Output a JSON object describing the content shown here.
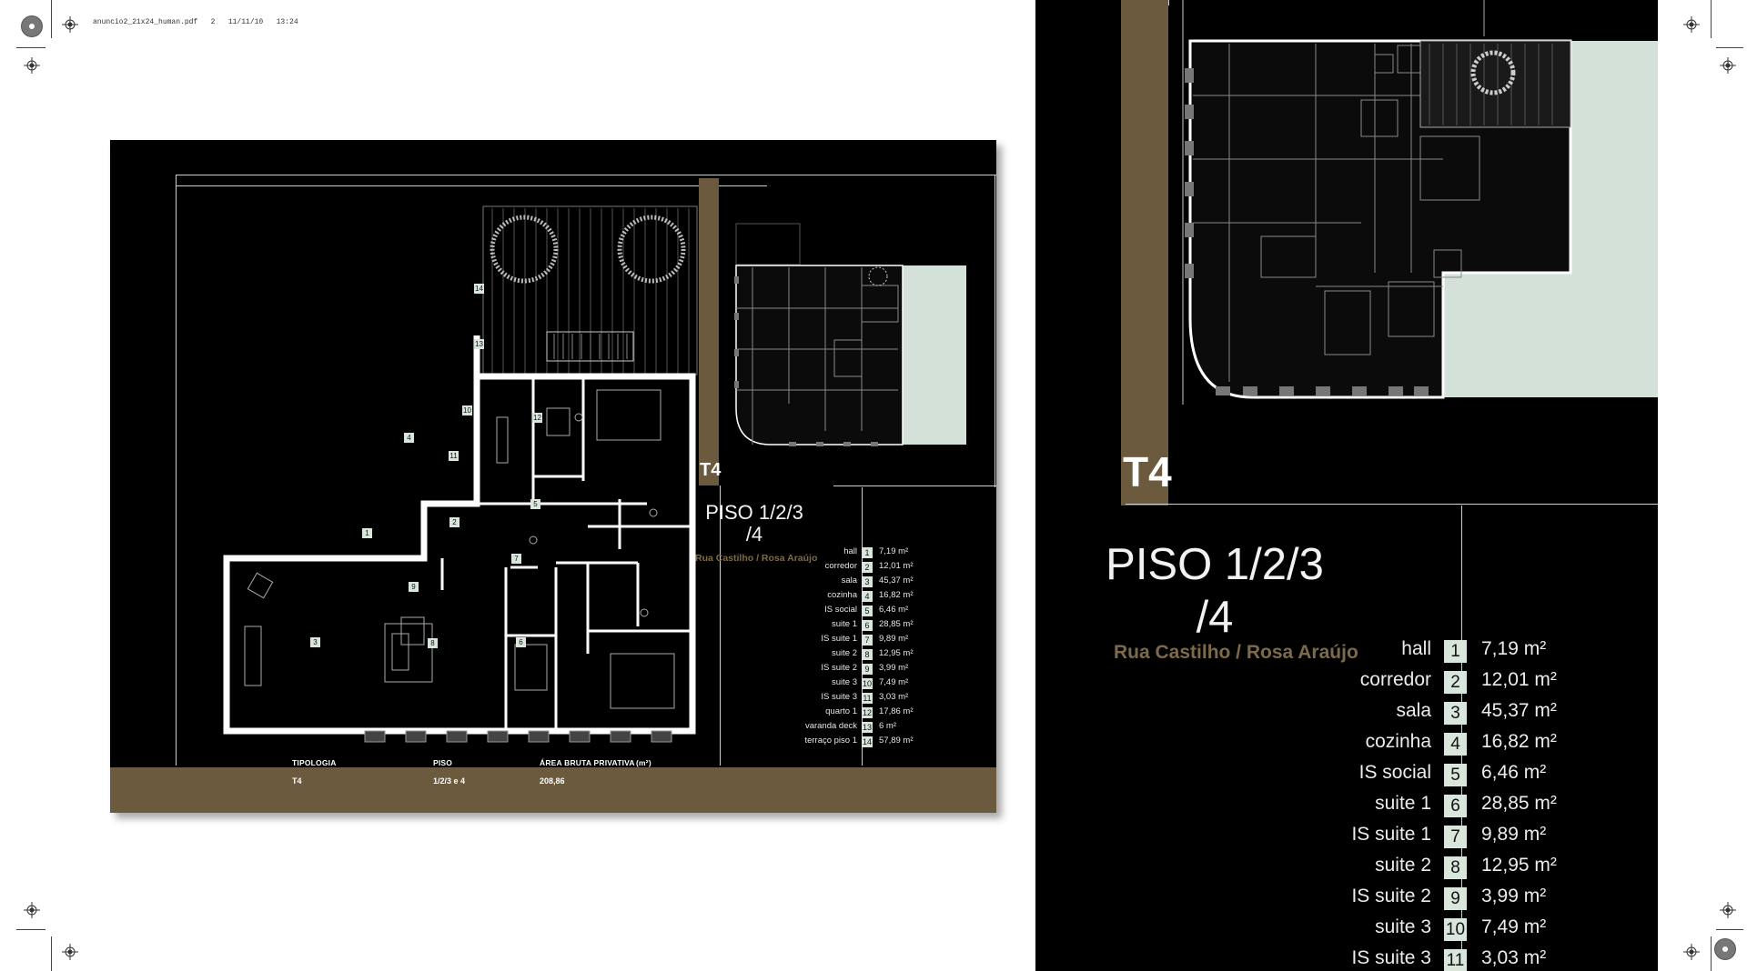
{
  "slug_line": "anuncio2_21x24_human.pdf   2   11/11/10   13:24",
  "colors": {
    "accent_brown": "#6b5a3e",
    "sheet_black": "#000000",
    "room_label_bg": "#d9e6dc",
    "terrace_green": "#d3e1d9"
  },
  "typology_tag": "T4",
  "floor_title_line1": "PISO 1/2/3",
  "floor_title_line2": "/4",
  "address": "Rua Castilho / Rosa Araújo",
  "rooms": [
    {
      "n": "1",
      "name": "hall",
      "area": "7,19 m²"
    },
    {
      "n": "2",
      "name": "corredor",
      "area": "12,01 m²"
    },
    {
      "n": "3",
      "name": "sala",
      "area": "45,37 m²"
    },
    {
      "n": "4",
      "name": "cozinha",
      "area": "16,82 m²"
    },
    {
      "n": "5",
      "name": "IS social",
      "area": "6,46 m²"
    },
    {
      "n": "6",
      "name": "suite 1",
      "area": "28,85 m²"
    },
    {
      "n": "7",
      "name": "IS suite 1",
      "area": "9,89 m²"
    },
    {
      "n": "8",
      "name": "suite 2",
      "area": "12,95 m²"
    },
    {
      "n": "9",
      "name": "IS suite 2",
      "area": "3,99 m²"
    },
    {
      "n": "10",
      "name": "suite 3",
      "area": "7,49 m²"
    },
    {
      "n": "11",
      "name": "IS suite 3",
      "area": "3,03 m²"
    },
    {
      "n": "12",
      "name": "quarto 1",
      "area": "17,86 m²"
    },
    {
      "n": "13",
      "name": "varanda deck",
      "area": "6 m²"
    },
    {
      "n": "14",
      "name": "terraço piso 1",
      "area": "57,89 m²"
    }
  ],
  "footer": {
    "col1_label": "TIPOLOGIA",
    "col1_value": "T4",
    "col2_label": "PISO",
    "col2_value": "1/2/3 e 4",
    "col3_label": "ÁREA BRUTA PRIVATIVA",
    "col3_unit": "(m²)",
    "col3_value": "208,86"
  }
}
